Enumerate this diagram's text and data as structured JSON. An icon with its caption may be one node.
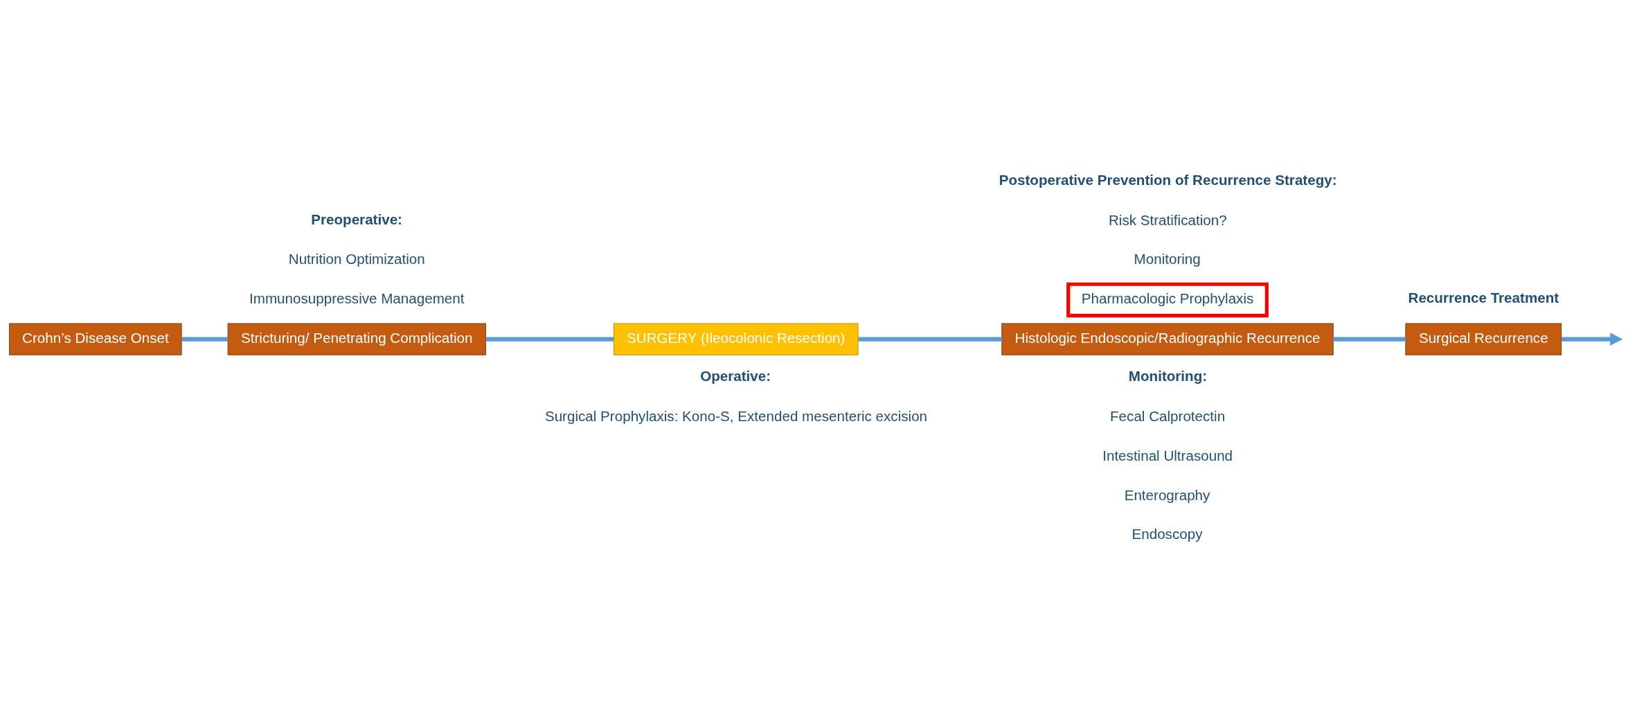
{
  "diagram": {
    "nodes": [
      {
        "text": [
          "Crohn’s Disease Onset"
        ]
      },
      {
        "text": [
          "Stricturing/ Penetrating Complication"
        ]
      },
      {
        "text": [
          "SURGERY (Ileocolonic Resection)"
        ]
      },
      {
        "text": [
          "Histologic Endoscopic/Radiographic Recurrence"
        ]
      },
      {
        "text": [
          "Surgical Recurrence"
        ]
      },
      {
        "text": [
          "Pharmacologic Prophylaxis"
        ]
      }
    ],
    "edges": [
      {
        "from": 0,
        "to": 1,
        "arrow": "none"
      },
      {
        "from": 1,
        "to": 2,
        "arrow": "none"
      },
      {
        "from": 2,
        "to": 3,
        "arrow": "none"
      },
      {
        "from": 3,
        "to": 4,
        "arrow": "none"
      },
      {
        "from": 4,
        "to": null,
        "arrow": "to"
      }
    ],
    "labels": [
      "Preoperative:",
      "Nutrition Optimization",
      "Immunosuppressive Management",
      "Postoperative Prevention of Recurrence Strategy:",
      "Risk Stratification?",
      "Monitoring",
      "Recurrence Treatment",
      "Operative:",
      "Surgical Prophylaxis: Kono-S, Extended mesenteric excision",
      "Monitoring:",
      "Fecal Calprotectin",
      "Intestinal Ultrasound",
      "Enterography",
      "Endoscopy"
    ]
  }
}
